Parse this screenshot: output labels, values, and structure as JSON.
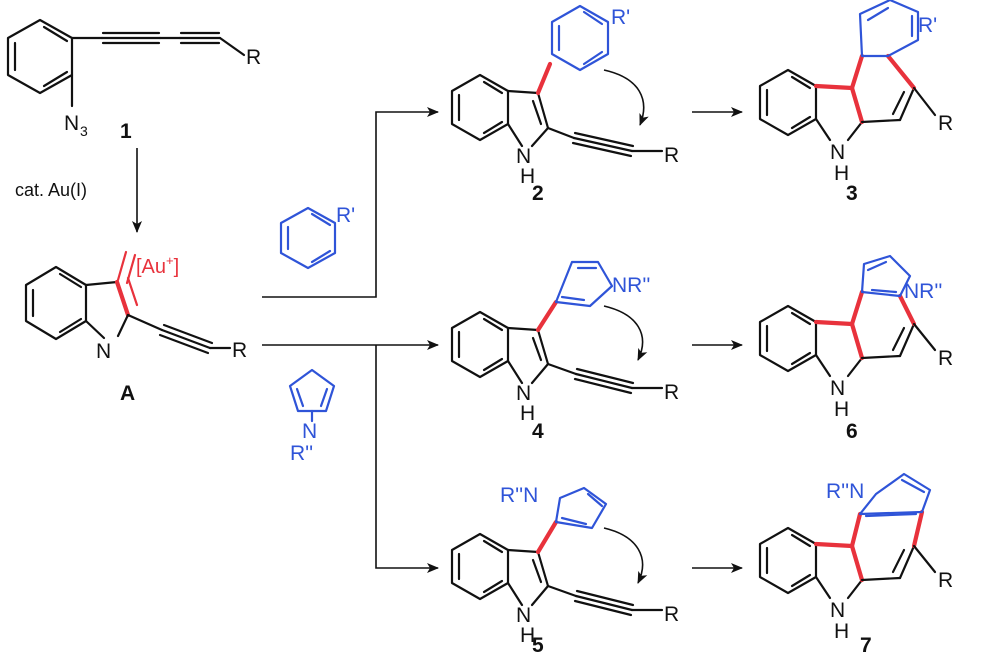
{
  "labels": {
    "c1": "1",
    "cA": "A",
    "c2": "2",
    "c3": "3",
    "c4": "4",
    "c5": "5",
    "c6": "6",
    "c7": "7"
  },
  "text": {
    "condition": "cat. Au(I)",
    "R": "R",
    "N": "N",
    "N3_base": "N",
    "N3_sub": "3",
    "NH": "N",
    "H": "H",
    "Au_open": "[Au",
    "Au_plus": "+",
    "Au_close": "]",
    "Rp": "R'",
    "NRpp": "NR''",
    "RppN": "R''N",
    "Rpp": "R''"
  },
  "colors": {
    "black": "#111111",
    "reagent_blue": "#2f54d8",
    "new_bond_red": "#e8323c"
  }
}
